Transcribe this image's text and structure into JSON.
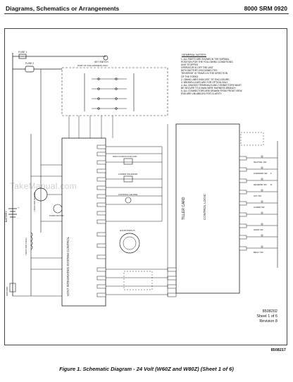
{
  "header": {
    "section": "Diagrams, Schematics or Arrangements",
    "manual": "8000 SRM 0920"
  },
  "watermark": "TakeManual.com",
  "notes": {
    "title": "GENERAL NOTES:",
    "lines": [
      "1.  ALL PARTS ARE SHOWN IN THE NORMAL",
      "    POSITION FOR THE FOLLOWING CONDITIONS.",
      "    UNIT STOPPED",
      "    OPERATOR IS OFF THE UNIT",
      "    WITH BATTERY DISCONNECTED",
      "    \"REVERSE\" IS TRAVEL IN THE DIRECTION",
      "    OF THE FORKS",
      "2.  CB##S LINES INDICATE \"SI\" ENCLOSURE.",
      "3.  BROKEN LINES ARE FOR OPTION ONLY",
      "4.  ALL UNUSED TERMINALS AND CONNECTORS MUST",
      "    BE SECURE TO A MAIN WIRE HARNESS BRANCH",
      "5.  ALL CONNECTORS ARE DRAWN FROM FRONT VIEW",
      "    END ARE UNLABELED FOR CLARITY."
    ]
  },
  "labels": {
    "controller": "H2X7 INTEGRATED SYSTEM CONTROL",
    "tiller_card": "TILLER CARD",
    "control_logic": "CONTROL LOGIC",
    "key_switch": "KEY SWITCH",
    "harness_note": "PART OF THE HARNESS ASSY",
    "battery": "BATTERY",
    "traction_motor": "TRACTION MOTOR",
    "traction_field": "TRACTION FIELD",
    "pump_motor": "PUMP MOTOR",
    "main_contactor": "MAIN CONTACTOR COIL",
    "lowered_solenoid": "LOWER SOLENOID",
    "contact_switch": "CONTROL HANDLE",
    "hour_display": "HOUR DISPLAY",
    "fuse1": "FUSE 1",
    "fuse2": "FUSE 2",
    "ground": "GROUND",
    "neutral": "NEUTRAL SW",
    "fwd": "FORWARD SW",
    "rev": "REVERSE SW",
    "lift": "LIFT SW",
    "lower": "LOWER SW",
    "horn": "HORN SW",
    "belly": "BELLY SW",
    "f": "F",
    "r": "R",
    "plus": "+",
    "minus": "-"
  },
  "tags": {
    "ref": "8508202",
    "sheet": "Sheet 1 of 6",
    "revision": "Revision 8",
    "bottom": "8508217"
  },
  "caption": "Figure 1. Schematic Diagram - 24 Volt (W60Z and W80Z) (Sheet 1 of 6)"
}
